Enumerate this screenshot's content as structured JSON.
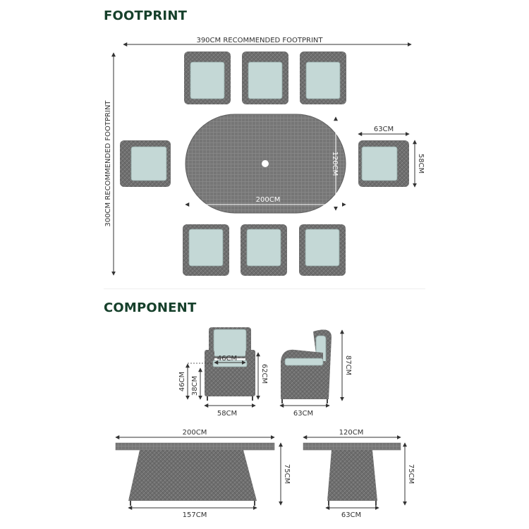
{
  "headings": {
    "footprint": "FOOTPRINT",
    "component": "COMPONENT"
  },
  "footprint": {
    "width_label": "390CM RECOMMENDED FOOTPRINT",
    "depth_label": "300CM RECOMMENDED FOOTPRINT",
    "table_length": "200CM",
    "table_width": "120CM",
    "chair_width": "63CM",
    "chair_depth": "58CM"
  },
  "chair": {
    "seat_width": "46CM",
    "seat_height_total": "46CM",
    "seat_height": "38CM",
    "arm_height": "62CM",
    "overall_width": "58CM",
    "overall_depth": "63CM",
    "overall_height": "87CM"
  },
  "table": {
    "length": "200CM",
    "width": "120CM",
    "height_front": "75CM",
    "height_side": "75CM",
    "base_length": "157CM",
    "base_width": "63CM"
  },
  "colors": {
    "heading": "#16402b",
    "wicker": "#6f6f6f",
    "cushion": "#c4d8d6"
  }
}
